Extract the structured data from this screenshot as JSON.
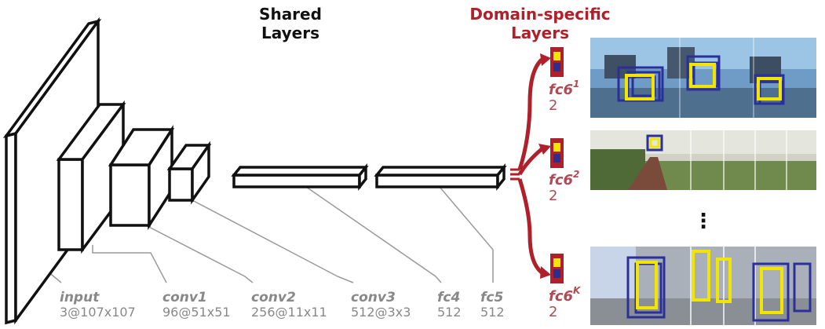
{
  "headers": {
    "shared_line1": "Shared",
    "shared_line2": "Layers",
    "domain_line1": "Domain-specific",
    "domain_line2": "Layers"
  },
  "layers": [
    {
      "name": "input",
      "dims": "3@107x107"
    },
    {
      "name": "conv1",
      "dims": "96@51x51"
    },
    {
      "name": "conv2",
      "dims": "256@11x11"
    },
    {
      "name": "conv3",
      "dims": "512@3x3"
    },
    {
      "name": "fc4",
      "dims": "512"
    },
    {
      "name": "fc5",
      "dims": "512"
    }
  ],
  "branches": [
    {
      "name": "fc6",
      "superscript": "1",
      "dims": "2"
    },
    {
      "name": "fc6",
      "superscript": "2",
      "dims": "2"
    },
    {
      "name": "fc6",
      "superscript": "K",
      "dims": "2"
    }
  ],
  "ellipsis": "⋮",
  "colors": {
    "shared_header": "#111111",
    "domain_header": "#b0202a",
    "branch_text": "#b04a55",
    "label_gray": "#888888",
    "outline": "#111111",
    "unit_outer": "#b0202a",
    "unit_positive": "#f2e500",
    "unit_negative": "#2b2f8f",
    "bbox_yellow": "#f2e500",
    "bbox_blue": "#2b2f9a"
  }
}
